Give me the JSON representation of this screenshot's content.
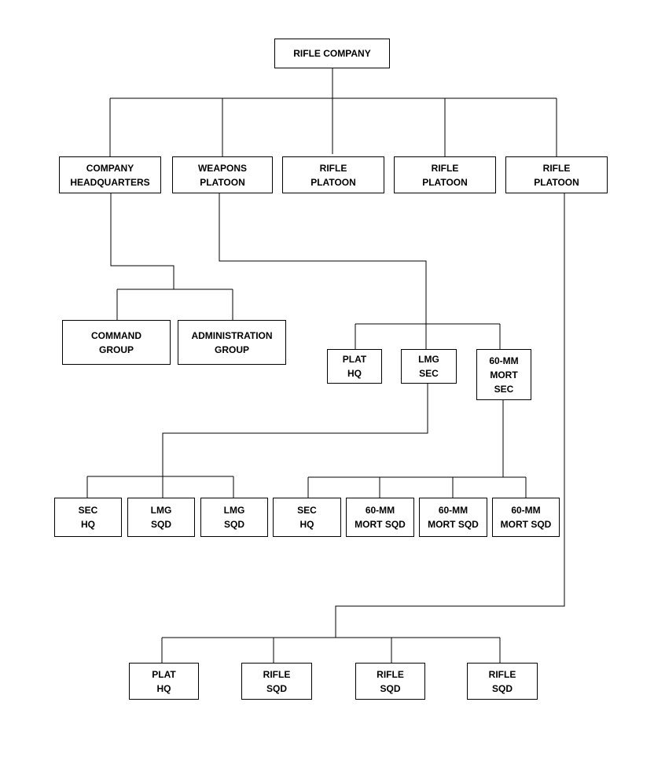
{
  "org_chart": {
    "rifle_company": "RIFLE COMPANY",
    "company_headquarters": "COMPANY\nHEADQUARTERS",
    "weapons_platoon": "WEAPONS\nPLATOON",
    "rifle_platoon_1": "RIFLE\nPLATOON",
    "rifle_platoon_2": "RIFLE\nPLATOON",
    "rifle_platoon_3": "RIFLE\nPLATOON",
    "command_group": "COMMAND\nGROUP",
    "administration_group": "ADMINISTRATION\nGROUP",
    "plat_hq_weapons": "PLAT\nHQ",
    "lmg_sec": "LMG\nSEC",
    "mort_sec": "60-MM\nMORT\nSEC",
    "lmg_sec_hq": "SEC\nHQ",
    "lmg_sqd_1": "LMG\nSQD",
    "lmg_sqd_2": "LMG\nSQD",
    "mort_sec_hq": "SEC\nHQ",
    "mort_sqd_1": "60-MM\nMORT SQD",
    "mort_sqd_2": "60-MM\nMORT SQD",
    "mort_sqd_3": "60-MM\nMORT SQD",
    "plat_hq_rifle": "PLAT\nHQ",
    "rifle_sqd_1": "RIFLE\nSQD",
    "rifle_sqd_2": "RIFLE\nSQD",
    "rifle_sqd_3": "RIFLE\nSQD"
  }
}
